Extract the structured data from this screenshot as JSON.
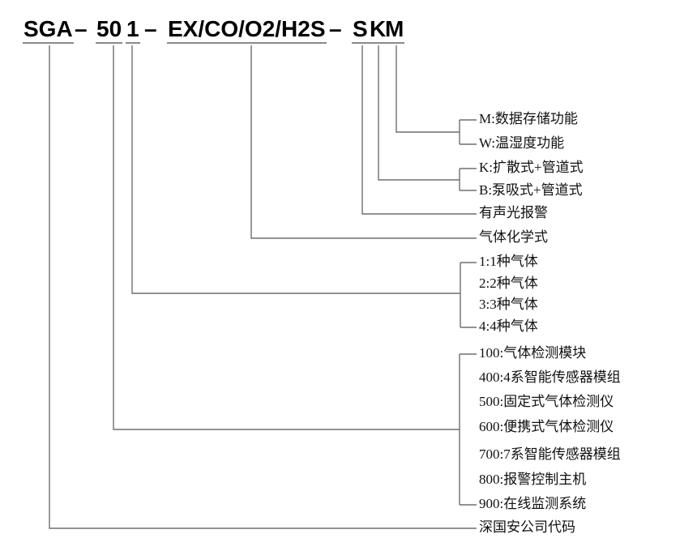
{
  "title_segments": {
    "company": "SGA",
    "dash1": "–",
    "series": "50",
    "gas_count": "1",
    "dash2": "–",
    "gases": "EX/CO/O2/H2S",
    "dash3": "–",
    "opt_s": "S",
    "opt_k": "K",
    "opt_m": "M"
  },
  "branches": {
    "function_options": {
      "items": [
        "M:数据存储功能",
        "W:温湿度功能"
      ]
    },
    "sampling_modes": {
      "items": [
        "K:扩散式+管道式",
        "B:泵吸式+管道式"
      ]
    },
    "alarm": {
      "label": "有声光报警"
    },
    "gas_formula": {
      "label": "气体化学式"
    },
    "gas_counts": {
      "items": [
        "1:1种气体",
        "2:2种气体",
        "3:3种气体",
        "4:4种气体"
      ]
    },
    "product_series": {
      "items": [
        "100:气体检测模块",
        "400:4系智能传感器模组",
        "500:固定式气体检测仪",
        "600:便携式气体检测仪",
        "700:7系智能传感器模组",
        "800:报警控制主机",
        "900:在线监测系统"
      ]
    },
    "company": {
      "label": "深国安公司代码"
    }
  },
  "colors": {
    "line": "#6f6f6f",
    "underline": "#8a8a8a",
    "title_text": "#000000",
    "label_text": "#111111",
    "background": "#ffffff"
  }
}
